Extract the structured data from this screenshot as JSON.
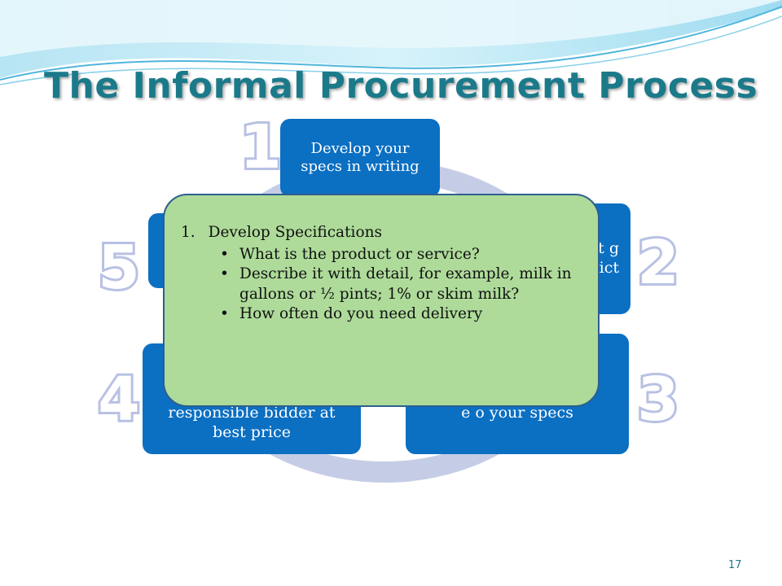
{
  "title": "The Informal Procurement Process",
  "steps": [
    {
      "number": "1",
      "text": "Develop your specs in writing"
    },
    {
      "number": "2",
      "text": "st g ict"
    },
    {
      "number": "3",
      "text": "e o your specs"
    },
    {
      "number": "4",
      "text": "responsible bidder at best price"
    },
    {
      "number": "5",
      "text": ""
    }
  ],
  "callout": {
    "number": "1.",
    "heading": "Develop Specifications",
    "bullets": [
      "What is the product or service?",
      "Describe it with detail, for example, milk in gallons or ½ pints; 1% or skim milk?",
      "How often do you need delivery"
    ]
  },
  "page_number": "17",
  "colors": {
    "title": "#1b7a8a",
    "box": "#0b6fc2",
    "callout": "#aedb9a",
    "cycle_arrow": "#c5cde6"
  }
}
